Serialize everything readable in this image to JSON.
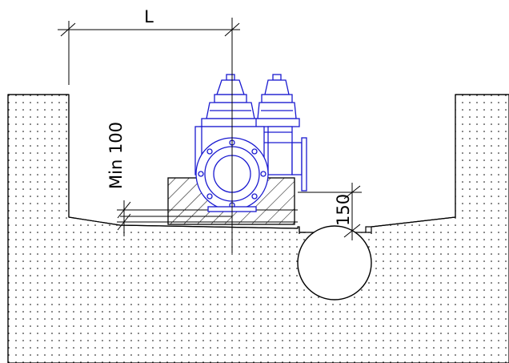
{
  "labels": {
    "length_dim": "L",
    "min_cover_dim": "Min 100",
    "pipe_dim": "150"
  },
  "colors": {
    "outline": "#000000",
    "valve": "#1a1ad0",
    "background": "#ffffff",
    "soil_dots": "#000000"
  },
  "icons": {
    "soil": "stippled-soil-hatch",
    "concrete": "diagonal-hatch",
    "valve": "gate-valve-symbol",
    "pipe": "pipe-circle"
  }
}
